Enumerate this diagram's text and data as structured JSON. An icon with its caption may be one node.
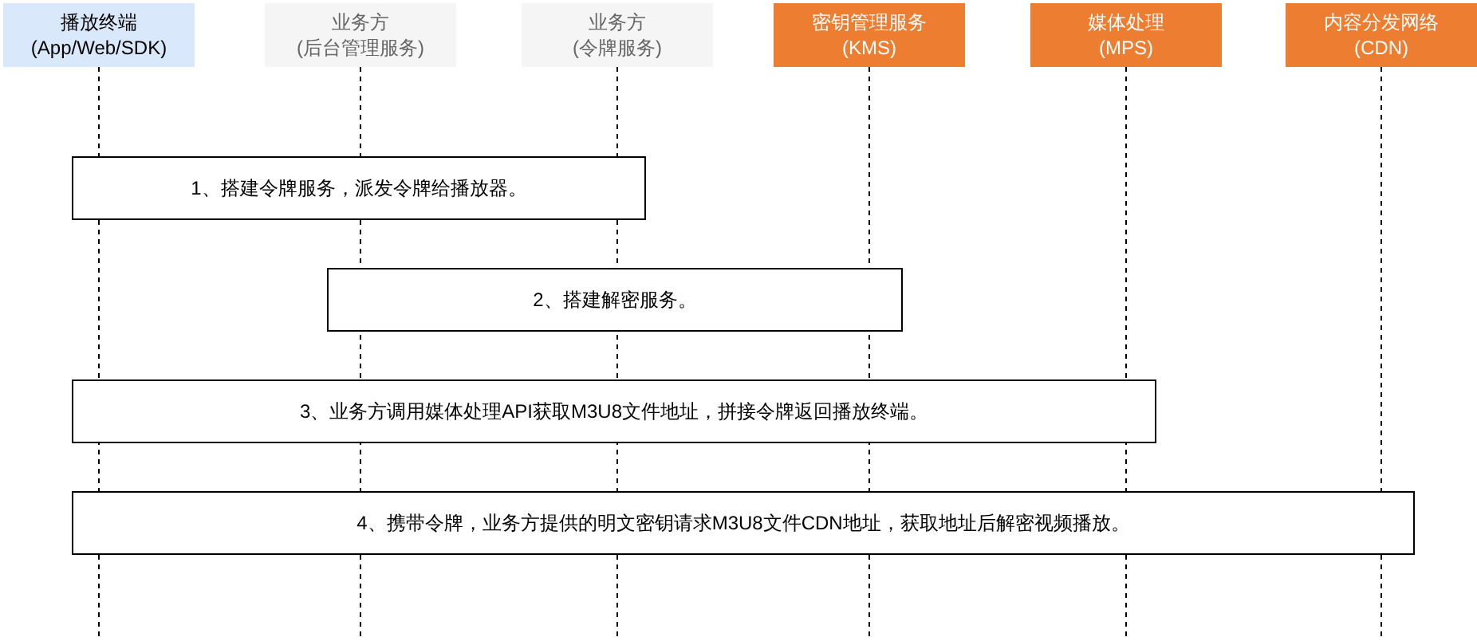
{
  "diagram": {
    "nodes": [
      {
        "text": [
          "播放终端",
          "(App/Web/SDK)"
        ]
      },
      {
        "text": [
          "业务方",
          "(后台管理服务)"
        ]
      },
      {
        "text": [
          "业务方",
          "(令牌服务)"
        ]
      },
      {
        "text": [
          "密钥管理服务",
          "(KMS)"
        ]
      },
      {
        "text": [
          "媒体处理",
          "(MPS)"
        ]
      },
      {
        "text": [
          "内容分发网络",
          "(CDN)"
        ]
      },
      {
        "text": [
          "1、搭建令牌服务，派发令牌给播放器。"
        ]
      },
      {
        "text": [
          "2、搭建解密服务。"
        ]
      },
      {
        "text": [
          "3、业务方调用媒体处理API获取M3U8文件地址，拼接令牌返回播放终端。"
        ]
      },
      {
        "text": [
          "4、携带令牌，业务方提供的明文密钥请求M3U8文件CDN地址，获取地址后解密视频播放。"
        ]
      }
    ]
  }
}
